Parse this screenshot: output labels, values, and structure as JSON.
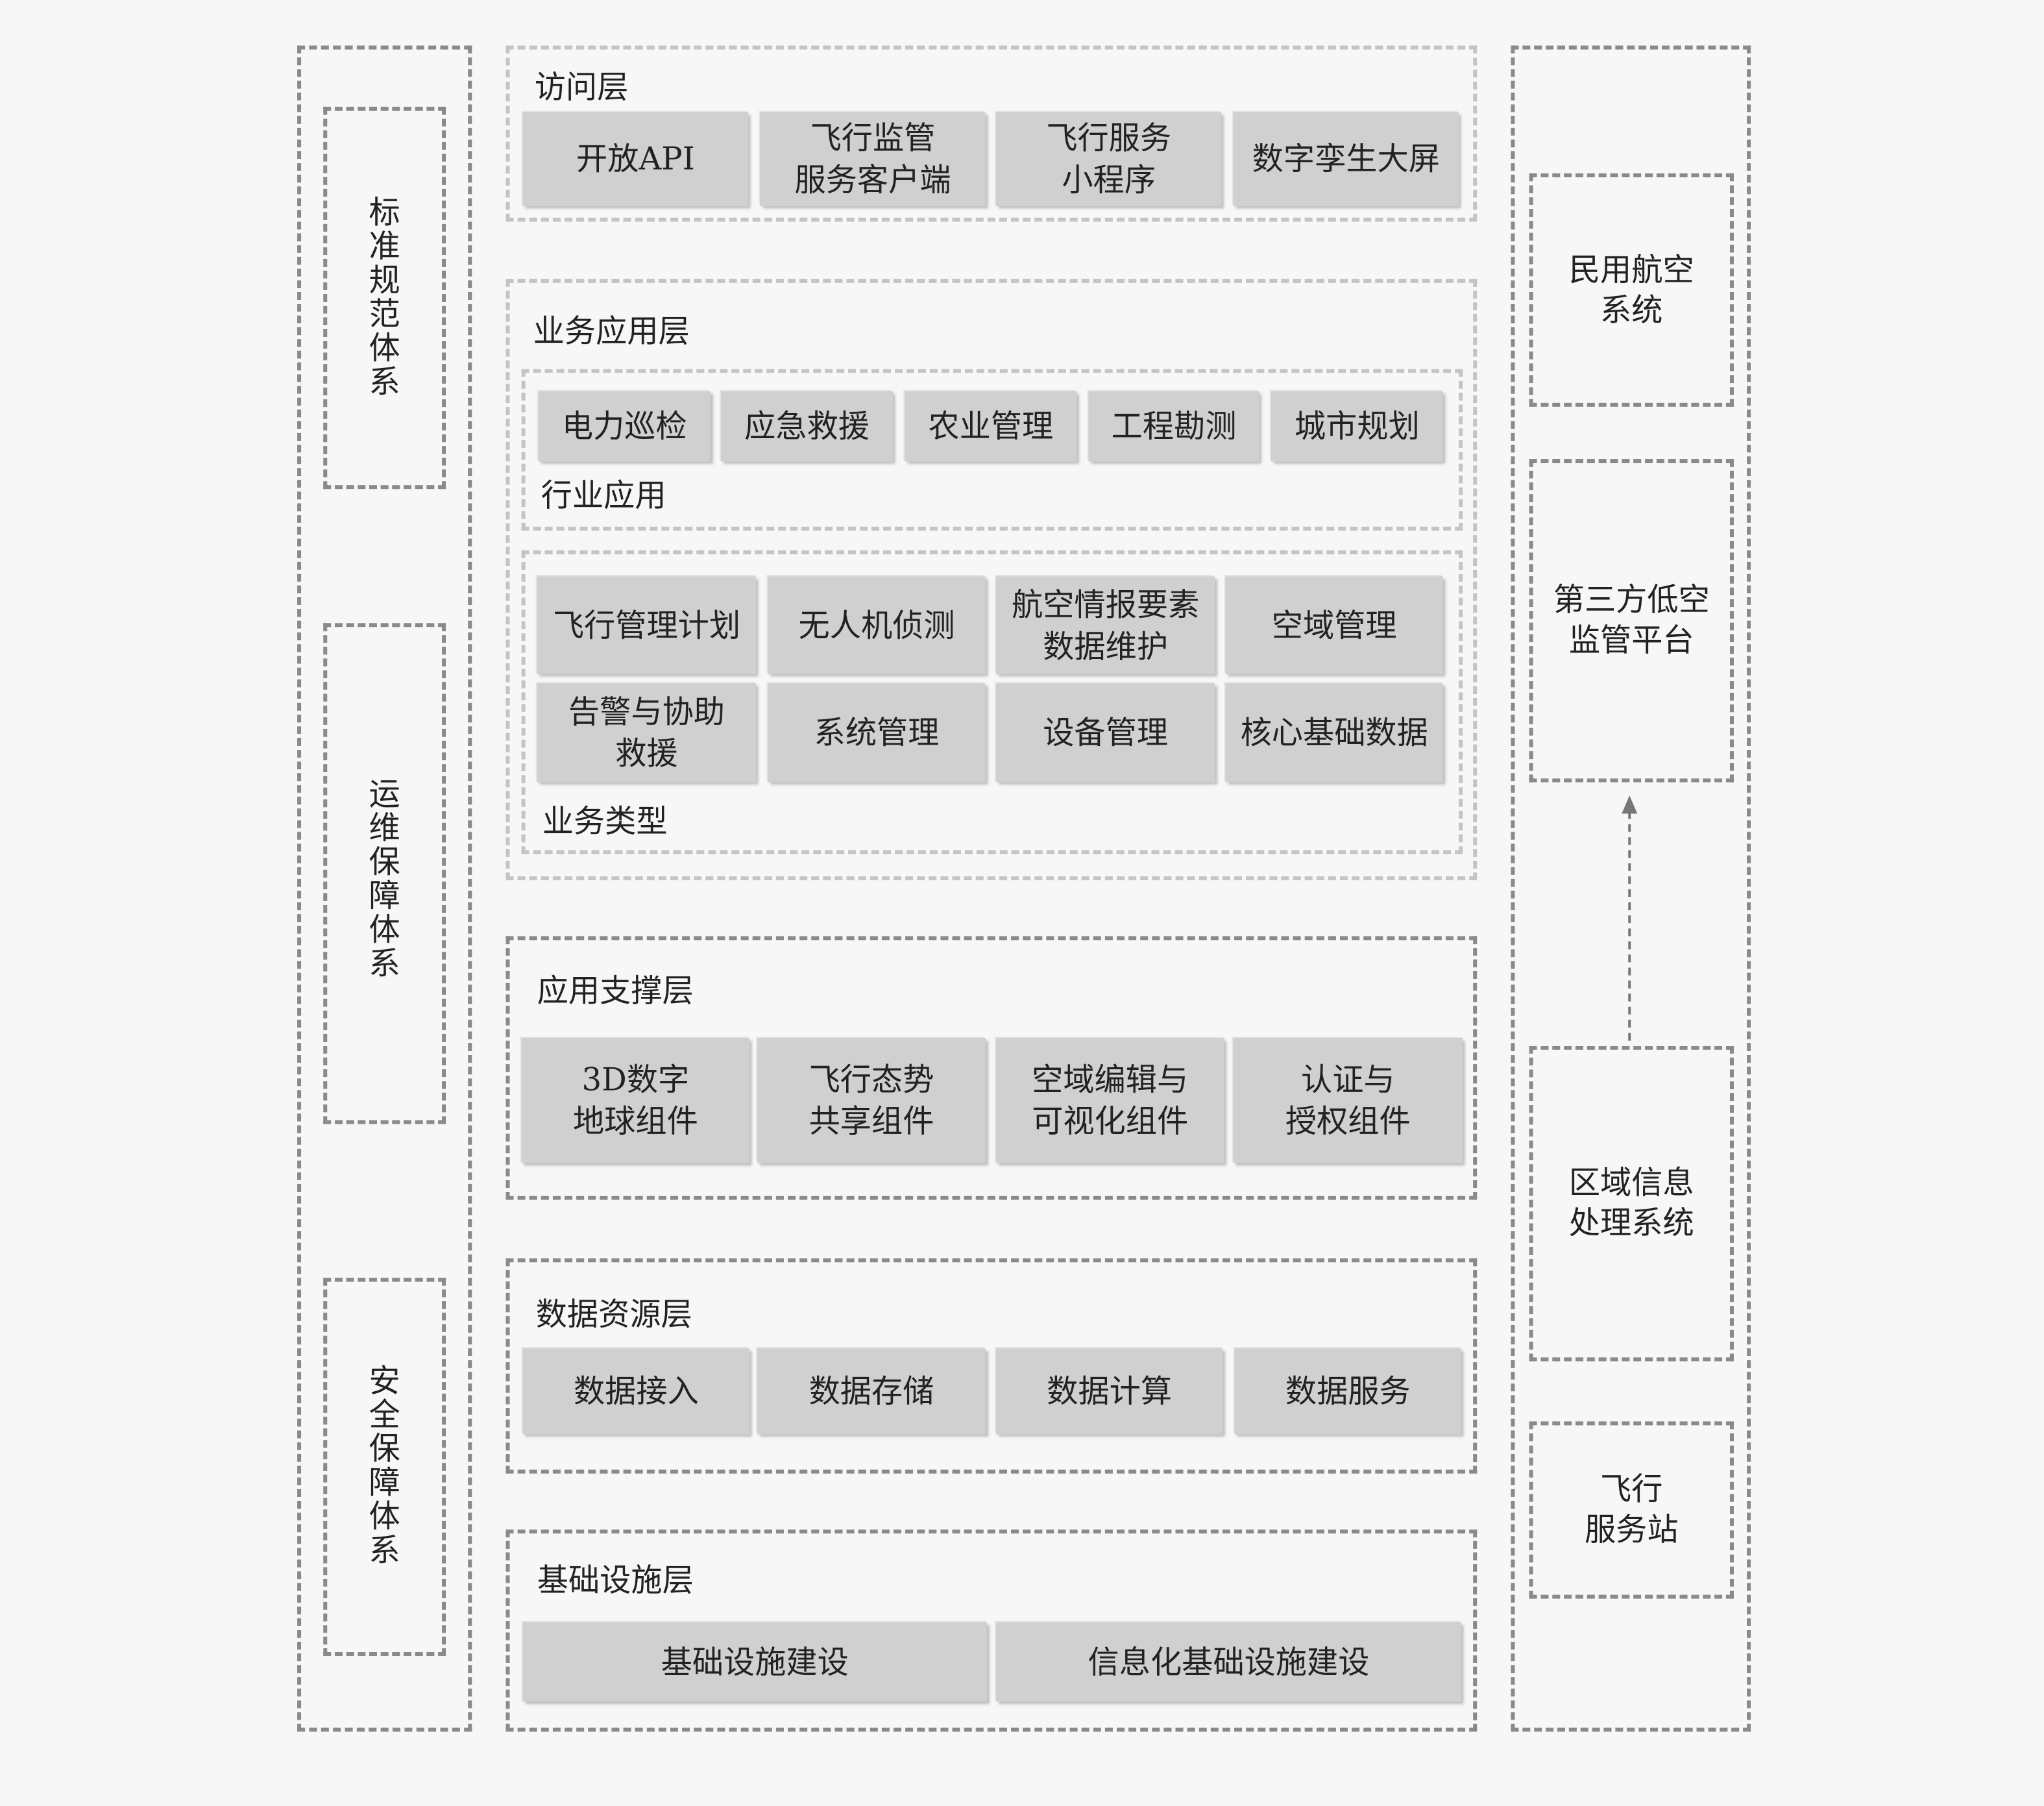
{
  "left_column": {
    "items": [
      "标准规范体系",
      "运维保障体系",
      "安全保障体系"
    ]
  },
  "layers": {
    "access": {
      "title": "访问层",
      "items": [
        "开放API",
        "飞行监管\n服务客户端",
        "飞行服务\n小程序",
        "数字孪生大屏"
      ]
    },
    "business": {
      "title": "业务应用层",
      "industry": {
        "label": "行业应用",
        "items": [
          "电力巡检",
          "应急救援",
          "农业管理",
          "工程勘测",
          "城市规划"
        ]
      },
      "types": {
        "label": "业务类型",
        "items": [
          "飞行管理计划",
          "无人机侦测",
          "航空情报要素\n数据维护",
          "空域管理",
          "告警与协助\n救援",
          "系统管理",
          "设备管理",
          "核心基础数据"
        ]
      }
    },
    "support": {
      "title": "应用支撑层",
      "items": [
        "3D数字\n地球组件",
        "飞行态势\n共享组件",
        "空域编辑与\n可视化组件",
        "认证与\n授权组件"
      ]
    },
    "data": {
      "title": "数据资源层",
      "items": [
        "数据接入",
        "数据存储",
        "数据计算",
        "数据服务"
      ]
    },
    "infra": {
      "title": "基础设施层",
      "items": [
        "基础设施建设",
        "信息化基础设施建设"
      ]
    }
  },
  "right_column": {
    "items": [
      "民用航空\n系统",
      "第三方低空\n监管平台",
      "区域信息\n处理系统",
      "飞行\n服务站"
    ]
  }
}
